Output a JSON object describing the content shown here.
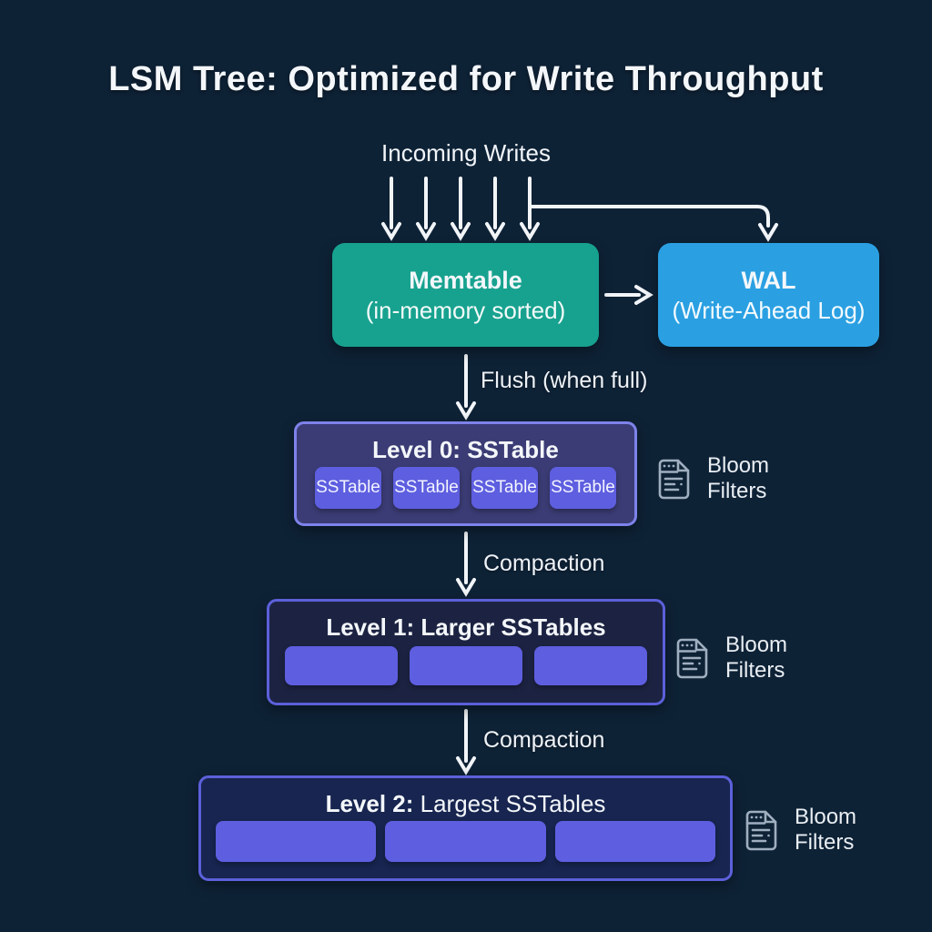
{
  "title": "LSM Tree: Optimized for Write Throughput",
  "flow": {
    "incoming_writes": "Incoming Writes",
    "flush": "Flush (when full)",
    "compaction_1": "Compaction",
    "compaction_2": "Compaction"
  },
  "nodes": {
    "memtable": {
      "title": "Memtable",
      "subtitle": "(in-memory sorted)"
    },
    "wal": {
      "title": "WAL",
      "subtitle": "(Write-Ahead Log)"
    }
  },
  "levels": [
    {
      "title_bold": "Level 0: SSTable",
      "title_rest": "",
      "sstables": [
        "SSTable",
        "SSTable",
        "SSTable",
        "SSTable"
      ]
    },
    {
      "title_bold": "Level 1: Larger SSTables",
      "title_rest": "",
      "sstables": [
        "",
        "",
        ""
      ]
    },
    {
      "title_bold": "Level 2:",
      "title_rest": " Largest SSTables",
      "sstables": [
        "",
        "",
        ""
      ]
    }
  ],
  "bloom": {
    "line1": "Bloom",
    "line2": "Filters"
  },
  "colors": {
    "background": "#0e2236",
    "memtable_teal": "#17a28f",
    "wal_blue": "#2aa0e2",
    "level0_fill": "#3b3c75",
    "level0_border": "#7e82ea",
    "level1_fill": "#1c2342",
    "level2_fill": "#172550",
    "level_border": "#5c60da",
    "sstable_purple": "#5e5ee0",
    "arrow_white": "#f2f5f8",
    "bloom_icon_gray": "#9fafc0"
  }
}
